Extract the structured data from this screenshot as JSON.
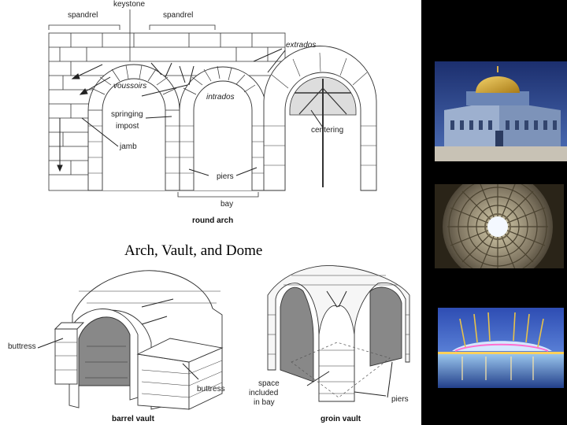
{
  "slide": {
    "title": "Arch, Vault, and Dome",
    "colors": {
      "background": "#ffffff",
      "panel": "#000000",
      "line": "#222222"
    }
  },
  "round_arch": {
    "caption": "round arch",
    "labels": {
      "keystone": "keystone",
      "spandrel_left": "spandrel",
      "spandrel_right": "spandrel",
      "extrados": "extrados",
      "voussoirs": "voussoirs",
      "intrados": "intrados",
      "springing": "springing",
      "impost": "impost",
      "jamb": "jamb",
      "centering": "centering",
      "piers": "piers",
      "bay": "bay"
    }
  },
  "barrel_vault": {
    "caption": "barrel vault",
    "labels": {
      "buttress_left": "buttress",
      "buttress_right": "buttress"
    }
  },
  "groin_vault": {
    "caption": "groin vault",
    "labels": {
      "space_line1": "space",
      "space_line2": "included",
      "space_line3": "in bay",
      "piers": "piers"
    }
  },
  "photos": [
    {
      "subject": "dome-building-photo"
    },
    {
      "subject": "dome-interior-oculus-photo"
    },
    {
      "subject": "illuminated-dome-night-photo"
    }
  ]
}
